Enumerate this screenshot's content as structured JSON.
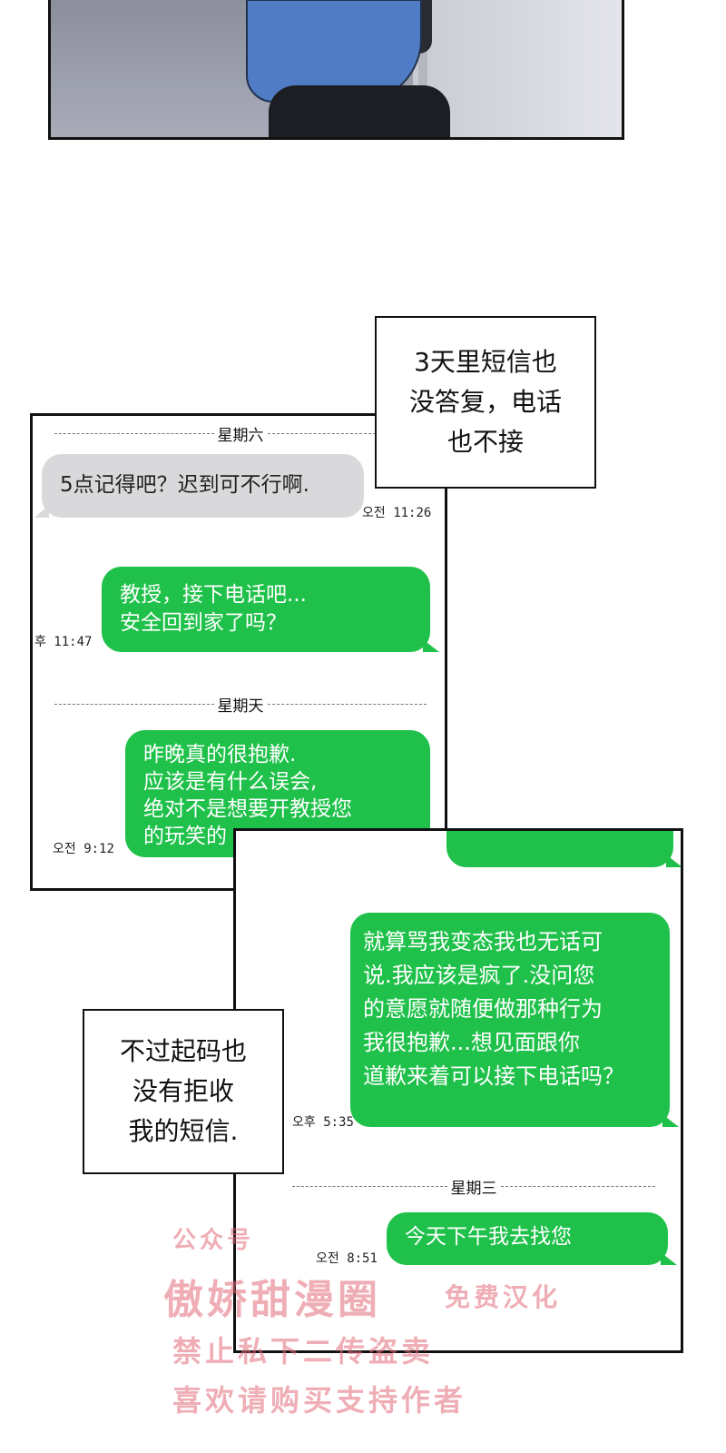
{
  "narrations": {
    "first": "3天里短信也\n没答复，电话\n也不接",
    "second": "不过起码也\n没有拒收\n我的短信."
  },
  "chat1": {
    "day_sat": "星期六",
    "msg_gray": "5点记得吧？迟到可不行啊.",
    "ts_gray": "오전 11:26",
    "msg_green1": "教授，接下电话吧...\n安全回到家了吗？",
    "ts_green1": "후 11:47",
    "day_sun": "星期天",
    "msg_green2": "昨晚真的很抱歉.\n应该是有什么误会,\n绝对不是想要开教授您\n的玩笑的",
    "ts_green2": "오전 9:12"
  },
  "chat2": {
    "msg_green3": "就算骂我变态我也无话可\n说.我应该是疯了.没问您\n的意愿就随便做那种行为\n我很抱歉...想见面跟你\n道歉来着可以接下电话吗？",
    "ts_green3": "오후 5:35",
    "day_wed": "星期三",
    "msg_green4": "今天下午我去找您",
    "ts_green4": "오전 8:51"
  },
  "watermark": {
    "line1": "公众号",
    "line2": "傲娇甜漫圈",
    "line2b": "免费汉化",
    "line3": "禁止私下二传盗卖",
    "line4": "喜欢请购买支持作者"
  }
}
